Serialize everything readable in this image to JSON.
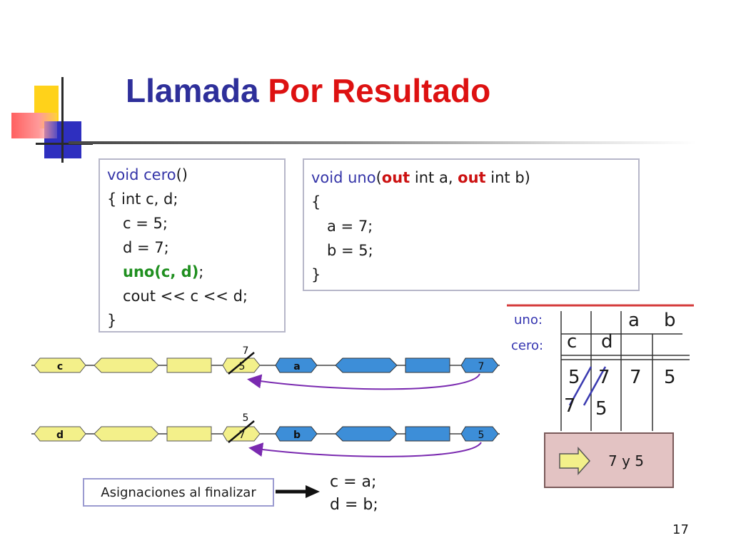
{
  "slide": {
    "title_part1": "Llamada",
    "title_part2": "Por Resultado",
    "page_number": "17"
  },
  "code_cero": {
    "l1_a": "void cero",
    "l1_b": "()",
    "l2": "{ int c, d;",
    "l3": "c = 5;",
    "l4": "d = 7;",
    "l5_call": "uno(c, d)",
    "l5_end": ";",
    "l6": "cout << c << d;",
    "l7": "}"
  },
  "code_uno": {
    "l1_a": "void uno",
    "l1_b": "(",
    "out1": "out",
    "l1_c": " int a, ",
    "out2": "out",
    "l1_d": " int b)",
    "l2": "{",
    "l3": "a = 7;",
    "l4": "b = 5;",
    "l5": "}"
  },
  "diagram": {
    "row1": {
      "var": "c",
      "cell_value": "5",
      "new_value": "7",
      "param": "a",
      "param_value": "7"
    },
    "row2": {
      "var": "d",
      "cell_value": "7",
      "new_value": "5",
      "param": "b",
      "param_value": "5"
    }
  },
  "stack_table": {
    "uno_label": "uno:",
    "cero_label": "cero:",
    "col_c": "c",
    "col_d": "d",
    "col_a": "a",
    "col_b": "b",
    "val_c_old": "5",
    "val_d_old": "7",
    "val_a": "7",
    "val_b": "5",
    "val_c_new": "7",
    "val_d_new": "5"
  },
  "output": {
    "text": "7 y 5"
  },
  "assign": {
    "label": "Asignaciones al finalizar",
    "line1": "c = a;",
    "line2": "d = b;"
  },
  "colors": {
    "title_blue": "#2e2f9a",
    "title_red": "#dd1111",
    "keyword_blue": "#3535a8",
    "out_red": "#cc1111",
    "call_green": "#1f8f1f",
    "node_yellow": "#f3f08a",
    "node_blue": "#3d8ed8",
    "arrow_purple": "#7a2ab0"
  }
}
